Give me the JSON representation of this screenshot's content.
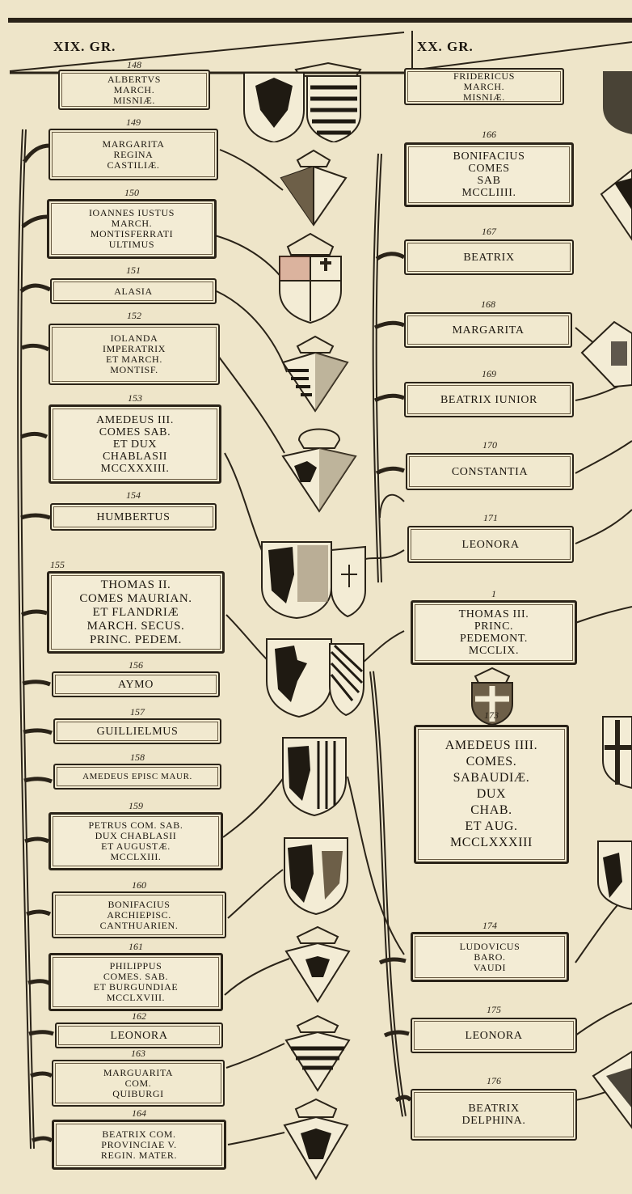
{
  "headers": {
    "left": "XIX. GR.",
    "right": "XX. GR."
  },
  "left_column": [
    {
      "num": "148",
      "name": "ALBERTVS\nMARCH.\nMISNIÆ."
    },
    {
      "num": "149",
      "name": "MARGARITA\nREGINA\nCASTILIÆ."
    },
    {
      "num": "150",
      "name": "IOANNES IUSTUS\nMARCH.\nMONTISFERRATI\nULTIMUS"
    },
    {
      "num": "151",
      "name": "ALASIA"
    },
    {
      "num": "152",
      "name": "IOLANDA\nIMPERATRIX\nET MARCH.\nMONTISF."
    },
    {
      "num": "153",
      "name": "AMEDEUS III.\nCOMES SAB.\nET DUX\nCHABLASII\nMCCXXXIII."
    },
    {
      "num": "154",
      "name": "HUMBERTUS"
    },
    {
      "num": "155",
      "name": "THOMAS II.\nCOMES MAURIAN.\nET FLANDRIÆ\nMARCH. SECUS.\nPRINC. PEDEM."
    },
    {
      "num": "156",
      "name": "AYMO"
    },
    {
      "num": "157",
      "name": "GUILLIELMUS"
    },
    {
      "num": "158",
      "name": "AMEDEUS EPISC MAUR."
    },
    {
      "num": "159",
      "name": "PETRUS COM. SAB.\nDUX CHABLASII\nET AUGUSTÆ.\nMCCLXIII."
    },
    {
      "num": "160",
      "name": "BONIFACIUS\nARCHIEPISC.\nCANTHUARIEN."
    },
    {
      "num": "161",
      "name": "PHILIPPUS\nCOMES. SAB.\nET BURGUNDIAE\nMCCLXVIII."
    },
    {
      "num": "162",
      "name": "LEONORA"
    },
    {
      "num": "163",
      "name": "MARGUARITA\nCOM.\nQUIBURGI"
    },
    {
      "num": "164",
      "name": "BEATRIX COM.\nPROVINCIAE V.\nREGIN. MATER."
    }
  ],
  "right_column": [
    {
      "num": "",
      "name": "FRIDERICUS\nMARCH.\nMISNIÆ."
    },
    {
      "num": "166",
      "name": "BONIFACIUS\nCOMES\nSAB\nMCCLIIII."
    },
    {
      "num": "167",
      "name": "BEATRIX"
    },
    {
      "num": "168",
      "name": "MARGARITA"
    },
    {
      "num": "169",
      "name": "BEATRIX IUNIOR"
    },
    {
      "num": "170",
      "name": "CONSTANTIA"
    },
    {
      "num": "171",
      "name": "LEONORA"
    },
    {
      "num": "1",
      "name": "THOMAS III.\nPRINC.\nPEDEMONT.\nMCCLIX."
    },
    {
      "num": "173",
      "name": "AMEDEUS IIII.\nCOMES.\nSABAUDIÆ.\nDUX\nCHAB.\nET AUG.\nMCCLXXXIII"
    },
    {
      "num": "174",
      "name": "LUDOVICUS\nBARO.\nVAUDI"
    },
    {
      "num": "175",
      "name": "LEONORA"
    },
    {
      "num": "176",
      "name": "BEATRIX\nDELPHINA."
    }
  ],
  "colors": {
    "ink": "#1f1a12",
    "paper": "#eee5c9"
  }
}
